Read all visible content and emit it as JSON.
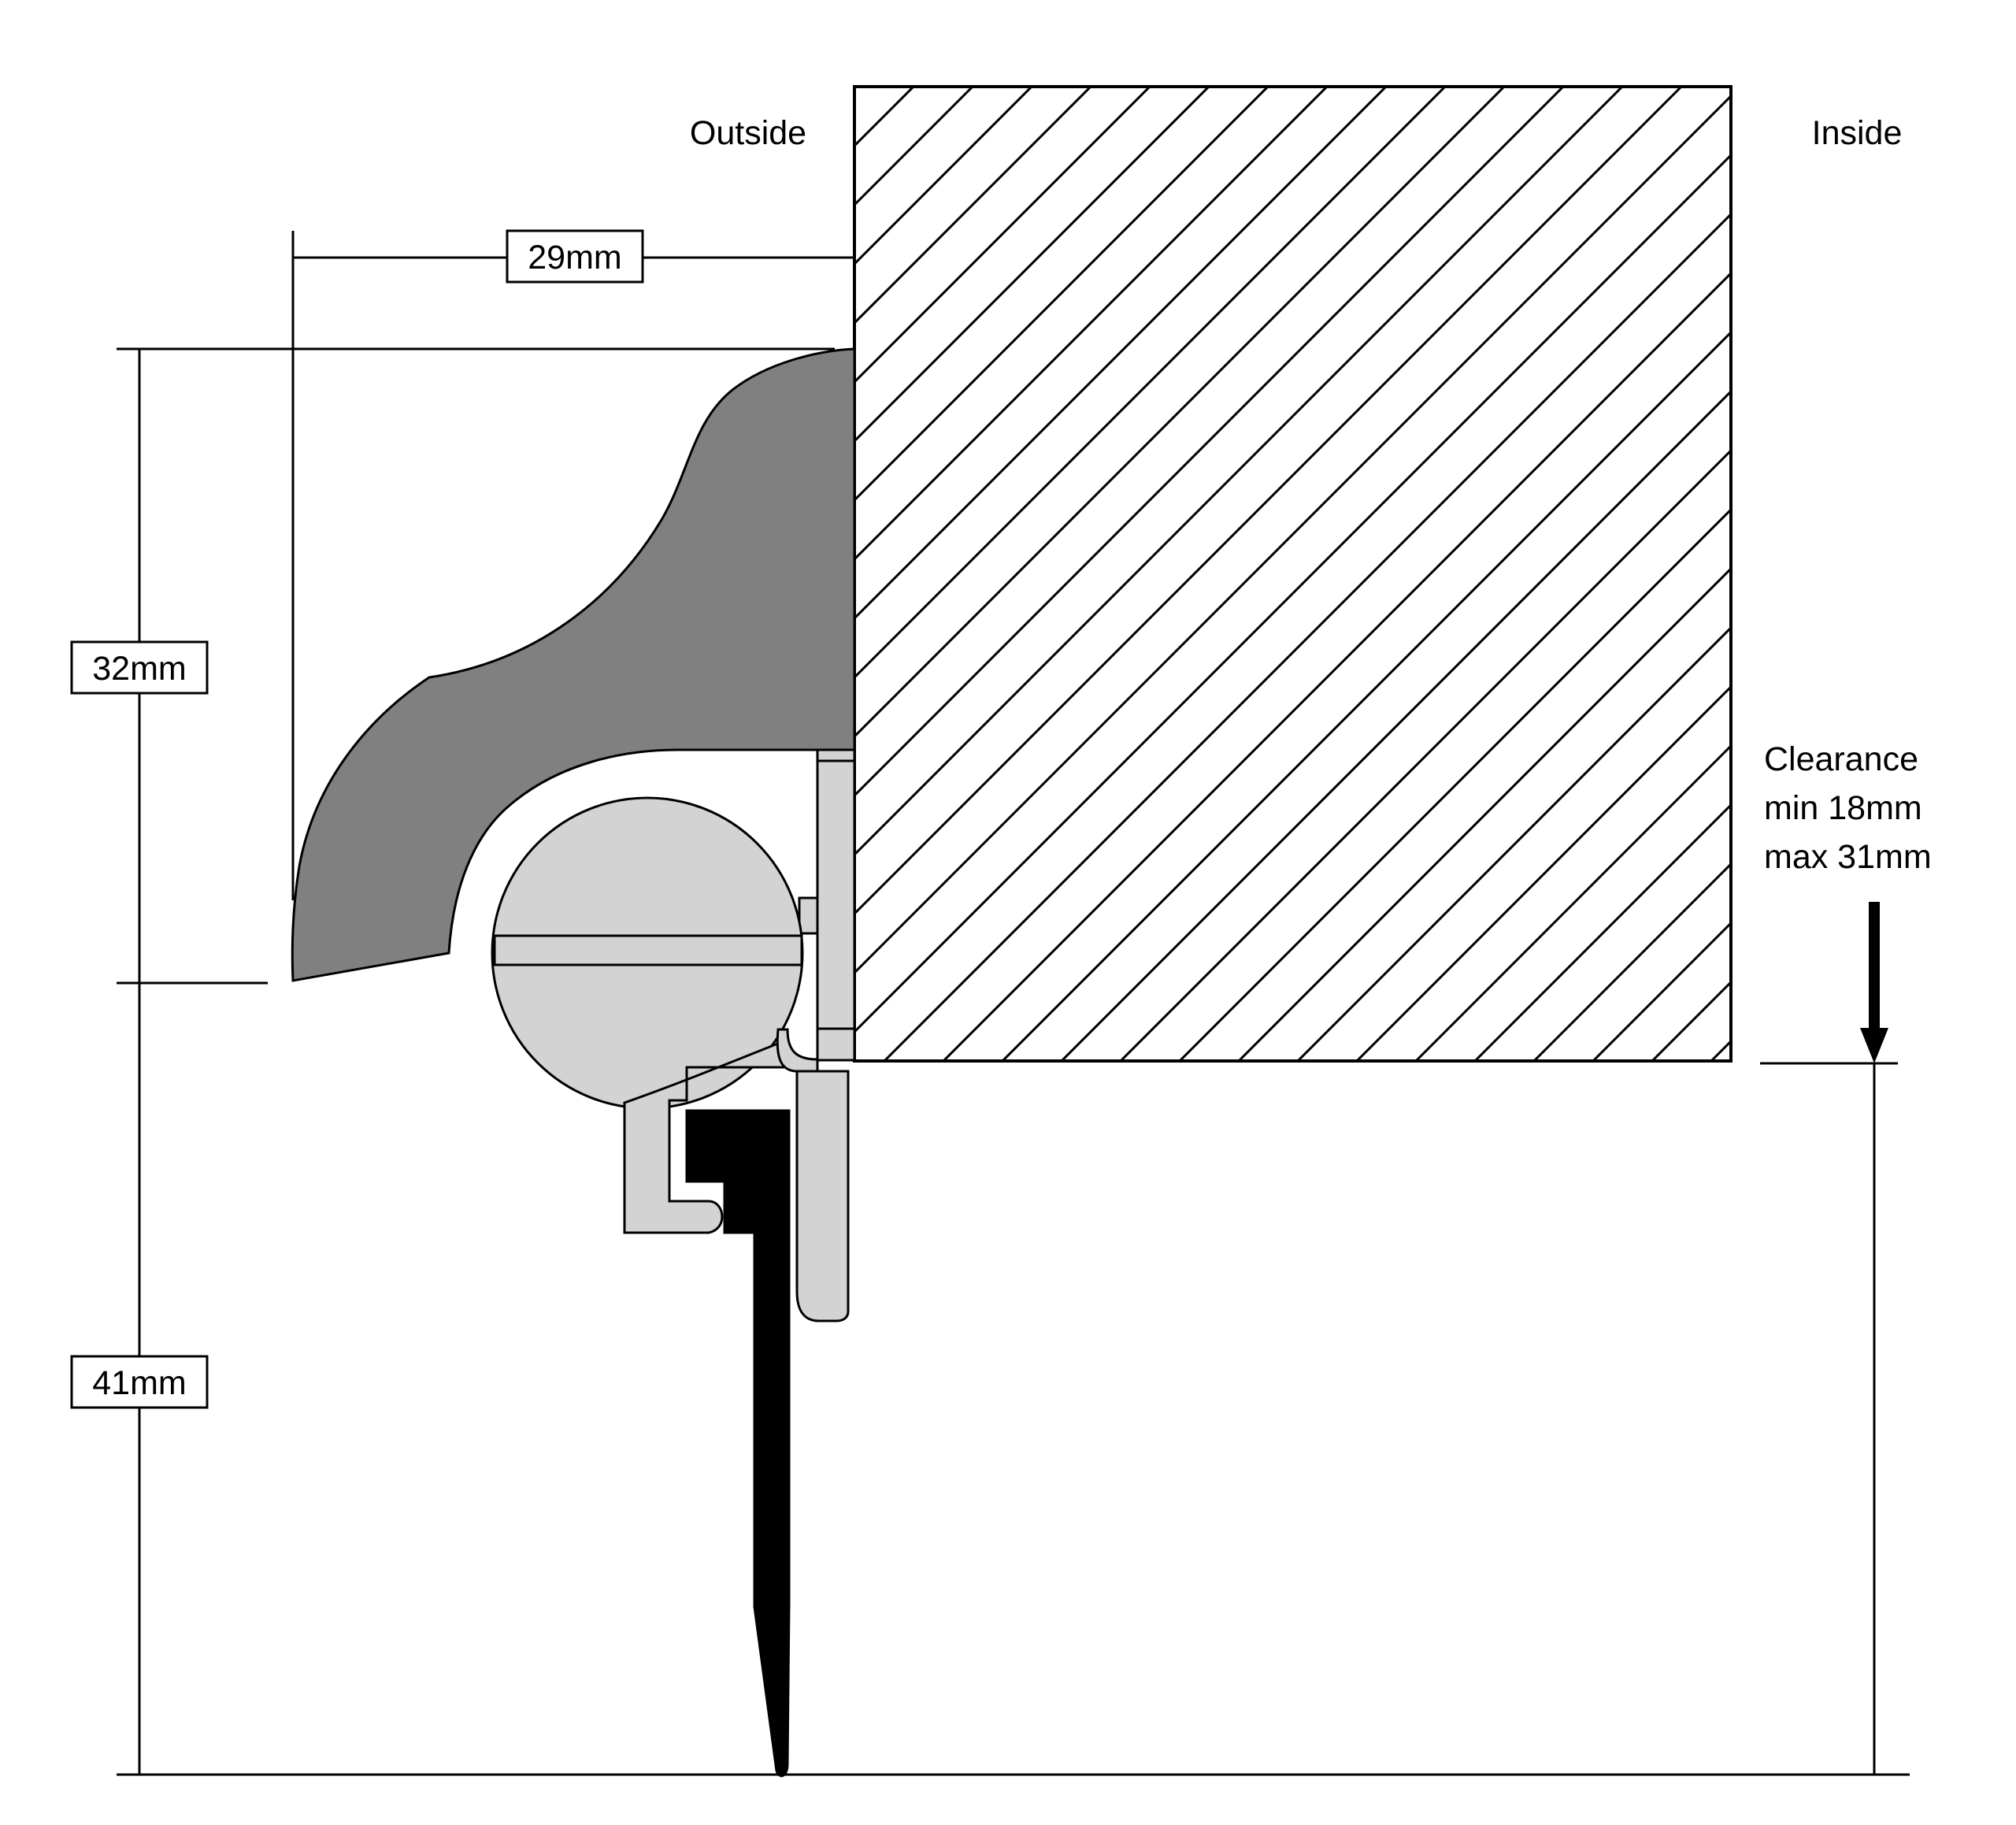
{
  "labels": {
    "outside": "Outside",
    "inside": "Inside",
    "clearance": [
      "Clearance",
      "min 18mm",
      "max 31mm"
    ]
  },
  "dimensions": {
    "width": "29mm",
    "height_upper": "32mm",
    "height_lower": "41mm"
  },
  "colors": {
    "weatherbar": "#808080",
    "carrier": "#d3d3d3",
    "brush": "#000000",
    "door_hatch": "#000000",
    "background": "#ffffff"
  }
}
